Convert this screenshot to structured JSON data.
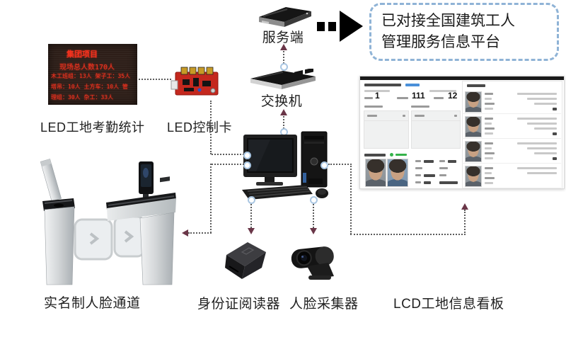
{
  "bubble": {
    "line1": "已对接全国建筑工人",
    "line2": "管理服务信息平台"
  },
  "labels": {
    "server": "服务端",
    "switch": "交换机",
    "led_display": "LED工地考勤统计",
    "led_card": "LED控制卡",
    "turnstile": "实名制人脸通道",
    "id_reader": "身份证阅读器",
    "face_camera": "人脸采集器",
    "lcd_board": "LCD工地信息看板"
  },
  "led_screen": {
    "line1": "集团项目",
    "line2": "现场总人数170人",
    "line3": "木工班组：13人 架子工：35人",
    "line4": "塔吊：10人 土方车：10人 管",
    "line5": "理组：30人 杂工：33人"
  },
  "lcd_dashboard": {
    "stat1": "1",
    "stat2": "111",
    "stat3": "12"
  },
  "icons": {
    "flow_arrow": "fast-forward-arrow",
    "connector_dot": "circle-endpoint",
    "connector_arrow": "triangle-arrowhead"
  },
  "colors": {
    "connector_line": "#5c5c5c",
    "arrowhead": "#6a3648",
    "dot_border": "#a9c6e2",
    "bubble_border": "#8fb3d6",
    "led_text": "#f5321e",
    "accent_blue": "#4a90d9",
    "accent_green": "#35b34a"
  }
}
